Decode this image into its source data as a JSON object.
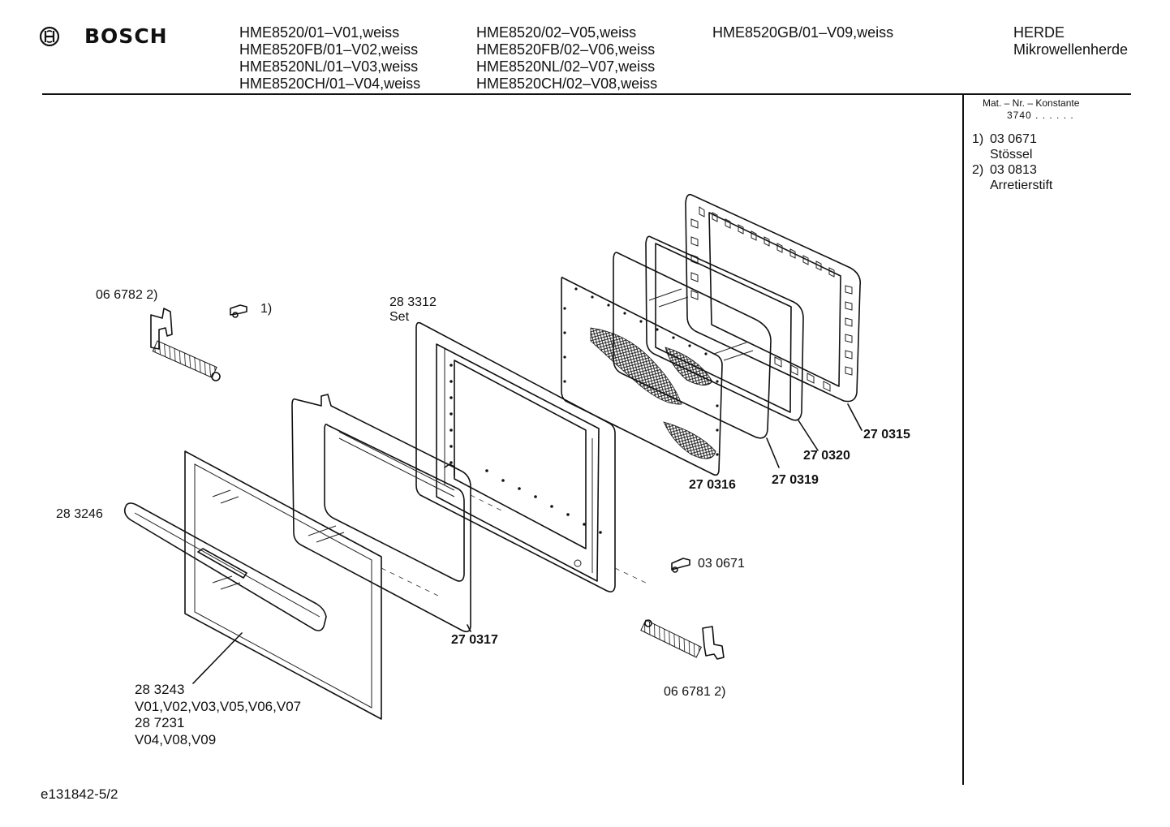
{
  "brand": "BOSCH",
  "header": {
    "models_col1": [
      "HME8520/01–V01,weiss",
      "HME8520FB/01–V02,weiss",
      "HME8520NL/01–V03,weiss",
      "HME8520CH/01–V04,weiss"
    ],
    "models_col2": [
      "HME8520/02–V05,weiss",
      "HME8520FB/02–V06,weiss",
      "HME8520NL/02–V07,weiss",
      "HME8520CH/02–V08,weiss"
    ],
    "models_col3": [
      "HME8520GB/01–V09,weiss"
    ],
    "category": "HERDE",
    "subcategory": "Mikrowellenherde"
  },
  "sidebar": {
    "mat_title": "Mat. – Nr. – Konstante",
    "mat_value": "3740 . . . . . .",
    "notes": [
      {
        "num": "1)",
        "code": "03 0671",
        "name": "Stössel"
      },
      {
        "num": "2)",
        "code": "03 0813",
        "name": "Arretierstift"
      }
    ]
  },
  "parts": {
    "hinge_left": "06 6782 2)",
    "pin_1": "1)",
    "set_code": "28 3312",
    "set_label": "Set",
    "handle": "28 3246",
    "frame_outer": "270315",
    "gasket": "270320",
    "glass_inner": "270319",
    "mesh_panel": "270316",
    "door_gasket": "270317",
    "pin_right": "03 0671",
    "hinge_right": "06 6781 2)",
    "front_glass_a": "28 3243",
    "front_variants_a": "V01,V02,V03,V05,V06,V07",
    "front_glass_b": "28 7231",
    "front_variants_b": "V04,V08,V09"
  },
  "footer": {
    "doc_id": "e131842-5/2"
  }
}
